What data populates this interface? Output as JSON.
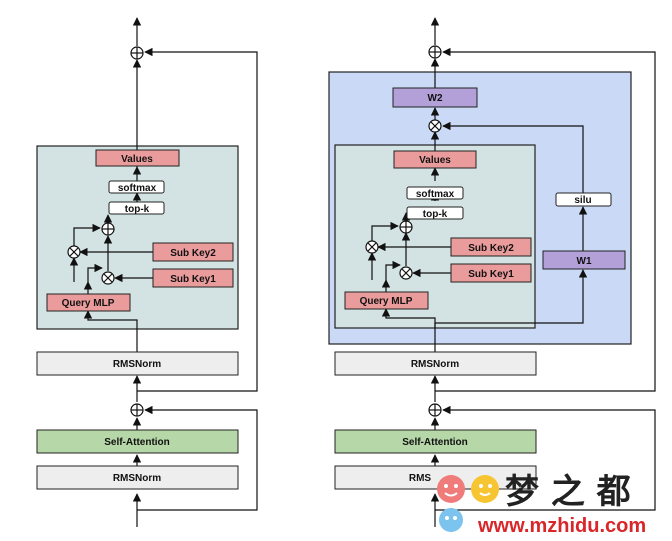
{
  "left": {
    "values": "Values",
    "softmax": "softmax",
    "topk": "top-k",
    "subkey2": "Sub Key2",
    "subkey1": "Sub Key1",
    "query_mlp": "Query MLP",
    "rmsnorm_top": "RMSNorm",
    "self_attention": "Self-Attention",
    "rmsnorm_bottom": "RMSNorm"
  },
  "right": {
    "w2": "W2",
    "w1": "W1",
    "silu": "silu",
    "values": "Values",
    "softmax": "softmax",
    "topk": "top-k",
    "subkey2": "Sub Key2",
    "subkey1": "Sub Key1",
    "query_mlp": "Query MLP",
    "rmsnorm_top": "RMSNorm",
    "self_attention": "Self-Attention",
    "rmsnorm_bottom": "RMS"
  },
  "watermark": {
    "chinese": "梦 之 都",
    "url": "www.mzhidu.com"
  },
  "colors": {
    "memory_block_bg": "#d3e2e2",
    "ffn_block_bg": "#c9d9f6",
    "pink_box": "#ea9c9c",
    "purple_box": "#b3a0d9",
    "green_box": "#b6d7a8",
    "gray_box": "#eeeeee"
  }
}
